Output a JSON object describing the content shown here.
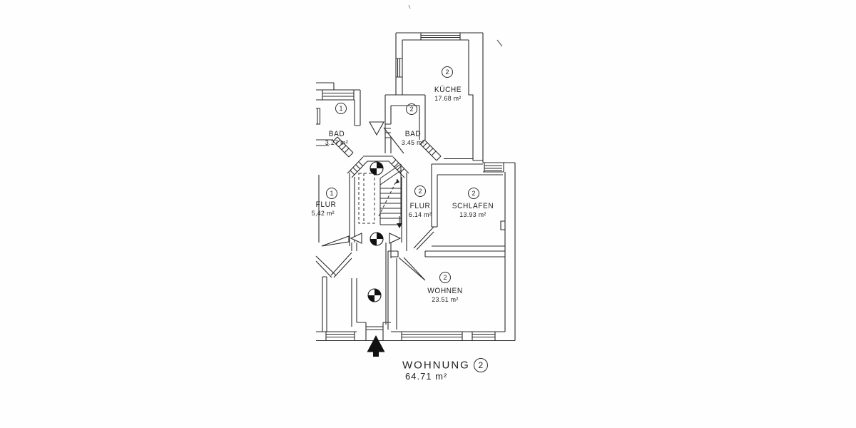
{
  "plan": {
    "title": {
      "label": "WOHNUNG",
      "number": "2",
      "area": "64.71 m²"
    },
    "rooms": [
      {
        "key": "kueche",
        "number": "2",
        "name": "KÜCHE",
        "area": "17.68 m²"
      },
      {
        "key": "bad-links",
        "number": "1",
        "name": "BAD",
        "area": "3.27 m²"
      },
      {
        "key": "bad-rechts",
        "number": "2",
        "name": "BAD",
        "area": "3.45 m²"
      },
      {
        "key": "flur-links",
        "number": "1",
        "name": "FLUR",
        "area": "5,42 m²"
      },
      {
        "key": "flur",
        "number": "2",
        "name": "FLUR",
        "area": "6.14 m²"
      },
      {
        "key": "schlafen",
        "number": "2",
        "name": "SCHLAFEN",
        "area": "13.93 m²"
      },
      {
        "key": "wohnen",
        "number": "2",
        "name": "WOHNEN",
        "area": "23.51 m²"
      }
    ],
    "symbols": [
      "north-arrow",
      "survey-marker",
      "stair-flight",
      "door-swing",
      "window-band"
    ]
  }
}
